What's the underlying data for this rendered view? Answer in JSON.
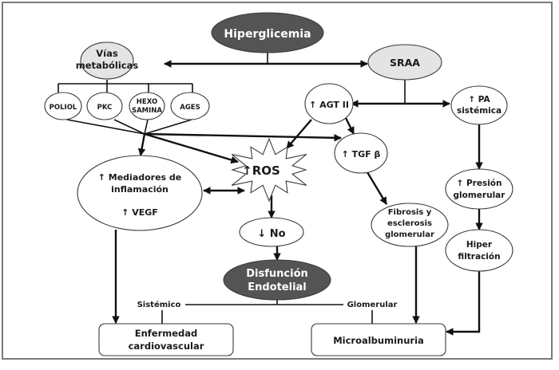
{
  "diagram": {
    "nodes": {
      "hiperglicemia": "Hiperglicemia",
      "vias": [
        "Vías",
        "metabólicas"
      ],
      "sraa": "SRAA",
      "poliol": "POLIOL",
      "pkc": "PKC",
      "hexosamina": [
        "HEXO",
        "SAMINA"
      ],
      "ages": "AGES",
      "agt2": "↑ AGT II",
      "pa": [
        "↑ PA",
        "sistémica"
      ],
      "ros": "↑ROS",
      "tgf": "↑ TGF β",
      "mediadores": [
        "↑ Mediadores de",
        "inflamación",
        "↑ VEGF"
      ],
      "presion": [
        "↑ Presión",
        "glomerular"
      ],
      "no": "↓ No",
      "fibrosis": [
        "Fibrosis y",
        "esclerosis",
        "glomerular"
      ],
      "hiperfiltracion": [
        "Hiper",
        "filtración"
      ],
      "disfuncion": [
        "Disfunción",
        "Endotelial"
      ],
      "enfermedad": [
        "Enfermedad",
        "cardiovascular"
      ],
      "microalbuminuria": "Microalbuminuria"
    },
    "branch_labels": {
      "sistemico": "Sistémico",
      "glomerular": "Glomerular"
    },
    "colors": {
      "dark_node": "#545454",
      "gray_node": "#e4e4e4",
      "line": "#111111",
      "frame": "#7a7a7a"
    }
  }
}
